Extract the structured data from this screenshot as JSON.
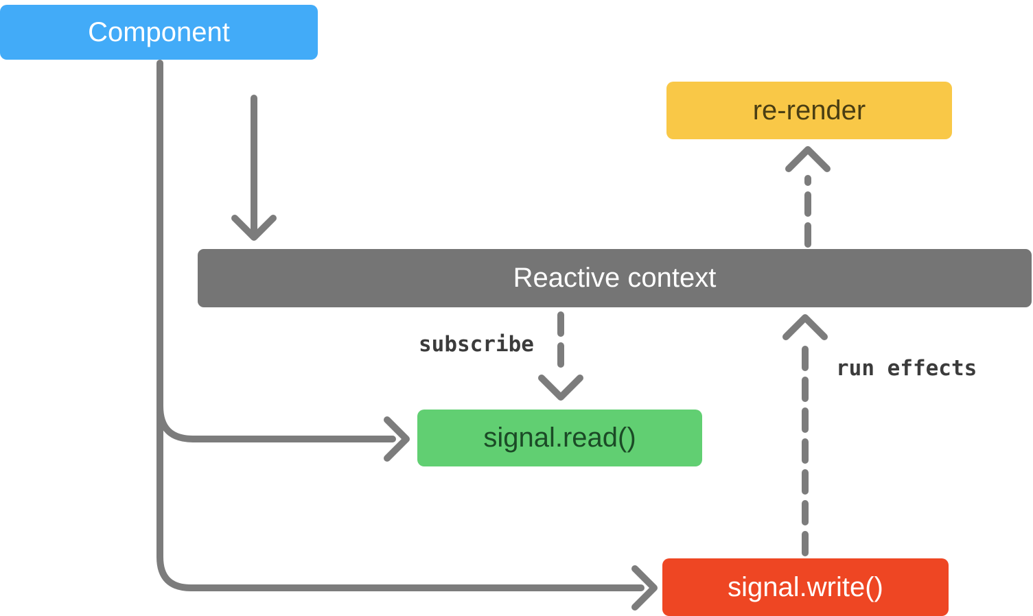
{
  "diagram": {
    "nodes": {
      "component": {
        "label": "Component",
        "color": "#42ABF8",
        "text_color": "#FFFFFF"
      },
      "re_render": {
        "label": "re-render",
        "color": "#F9C847",
        "text_color": "#4A3E13"
      },
      "reactive_context": {
        "label": "Reactive context",
        "color": "#757575",
        "text_color": "#FFFFFF"
      },
      "signal_read": {
        "label": "signal.read()",
        "color": "#61CF72",
        "text_color": "#1B4A26"
      },
      "signal_write": {
        "label": "signal.write()",
        "color": "#EE4623",
        "text_color": "#FFFFFF"
      }
    },
    "edge_labels": {
      "subscribe": "subscribe",
      "run_effects": "run effects"
    },
    "connections": [
      {
        "from": "Component",
        "to": "Reactive context",
        "style": "solid",
        "label": ""
      },
      {
        "from": "Component",
        "to": "signal.read()",
        "style": "solid",
        "label": ""
      },
      {
        "from": "Component",
        "to": "signal.write()",
        "style": "solid",
        "label": ""
      },
      {
        "from": "Reactive context",
        "to": "signal.read()",
        "style": "dashed",
        "label": "subscribe"
      },
      {
        "from": "signal.write()",
        "to": "Reactive context",
        "style": "dashed",
        "label": "run effects"
      },
      {
        "from": "Reactive context",
        "to": "re-render",
        "style": "dashed",
        "label": ""
      }
    ],
    "colors": {
      "background": "#FFFFFF",
      "arrow": "#7C7C7C",
      "edge_label_text": "#3B3B3B"
    }
  }
}
